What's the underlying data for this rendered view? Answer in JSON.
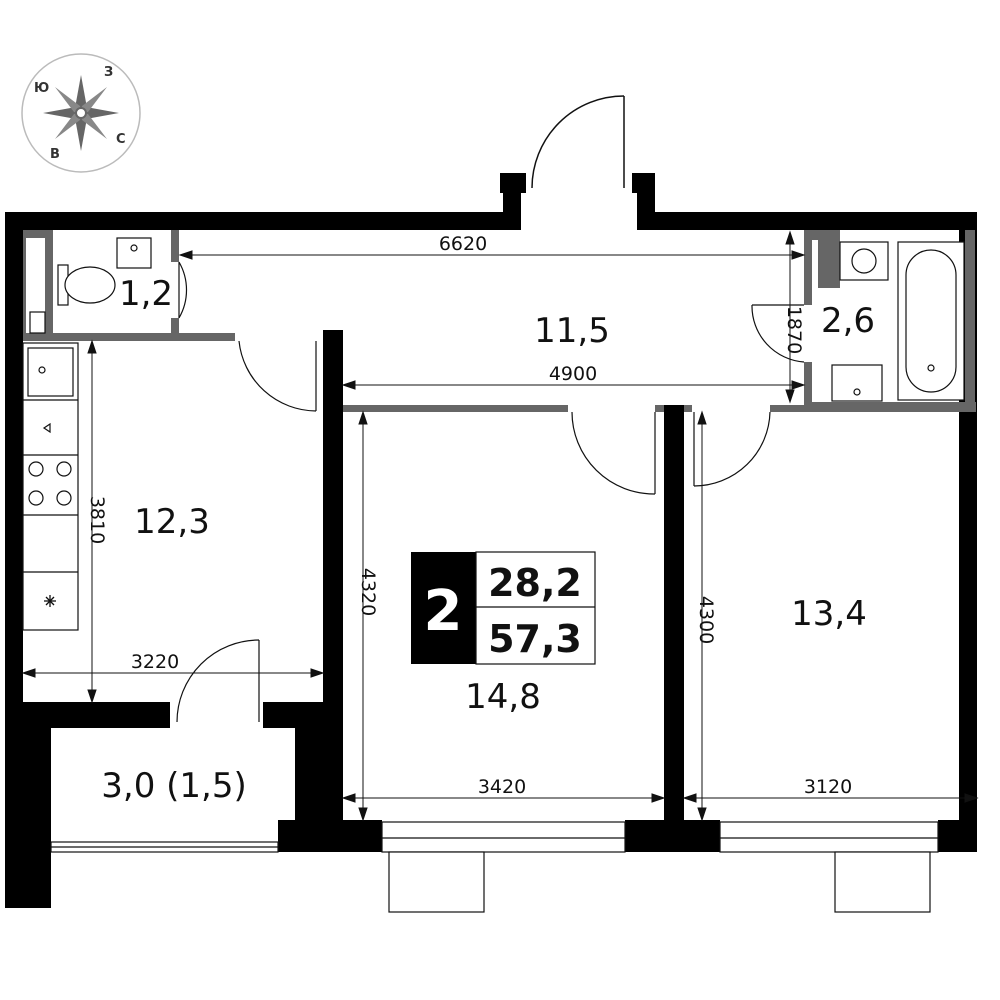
{
  "compass": {
    "north": "З",
    "west": "Ю",
    "south": "В",
    "east": "С"
  },
  "rooms": {
    "wc": "1,2",
    "hallway": "11,5",
    "bathroom": "2,6",
    "kitchen": "12,3",
    "bedroom_center": "14,8",
    "bedroom_right": "13,4",
    "balcony": "3,0 (1,5)"
  },
  "dimensions": {
    "hall_length": "6620",
    "hall_inner": "4900",
    "bath_depth": "1870",
    "kitchen_depth": "3810",
    "kitchen_width": "3220",
    "center_depth": "4320",
    "center_width": "3420",
    "right_depth": "4300",
    "right_width": "3120"
  },
  "badge": {
    "rooms_count": "2",
    "living_area": "28,2",
    "total_area": "57,3"
  }
}
